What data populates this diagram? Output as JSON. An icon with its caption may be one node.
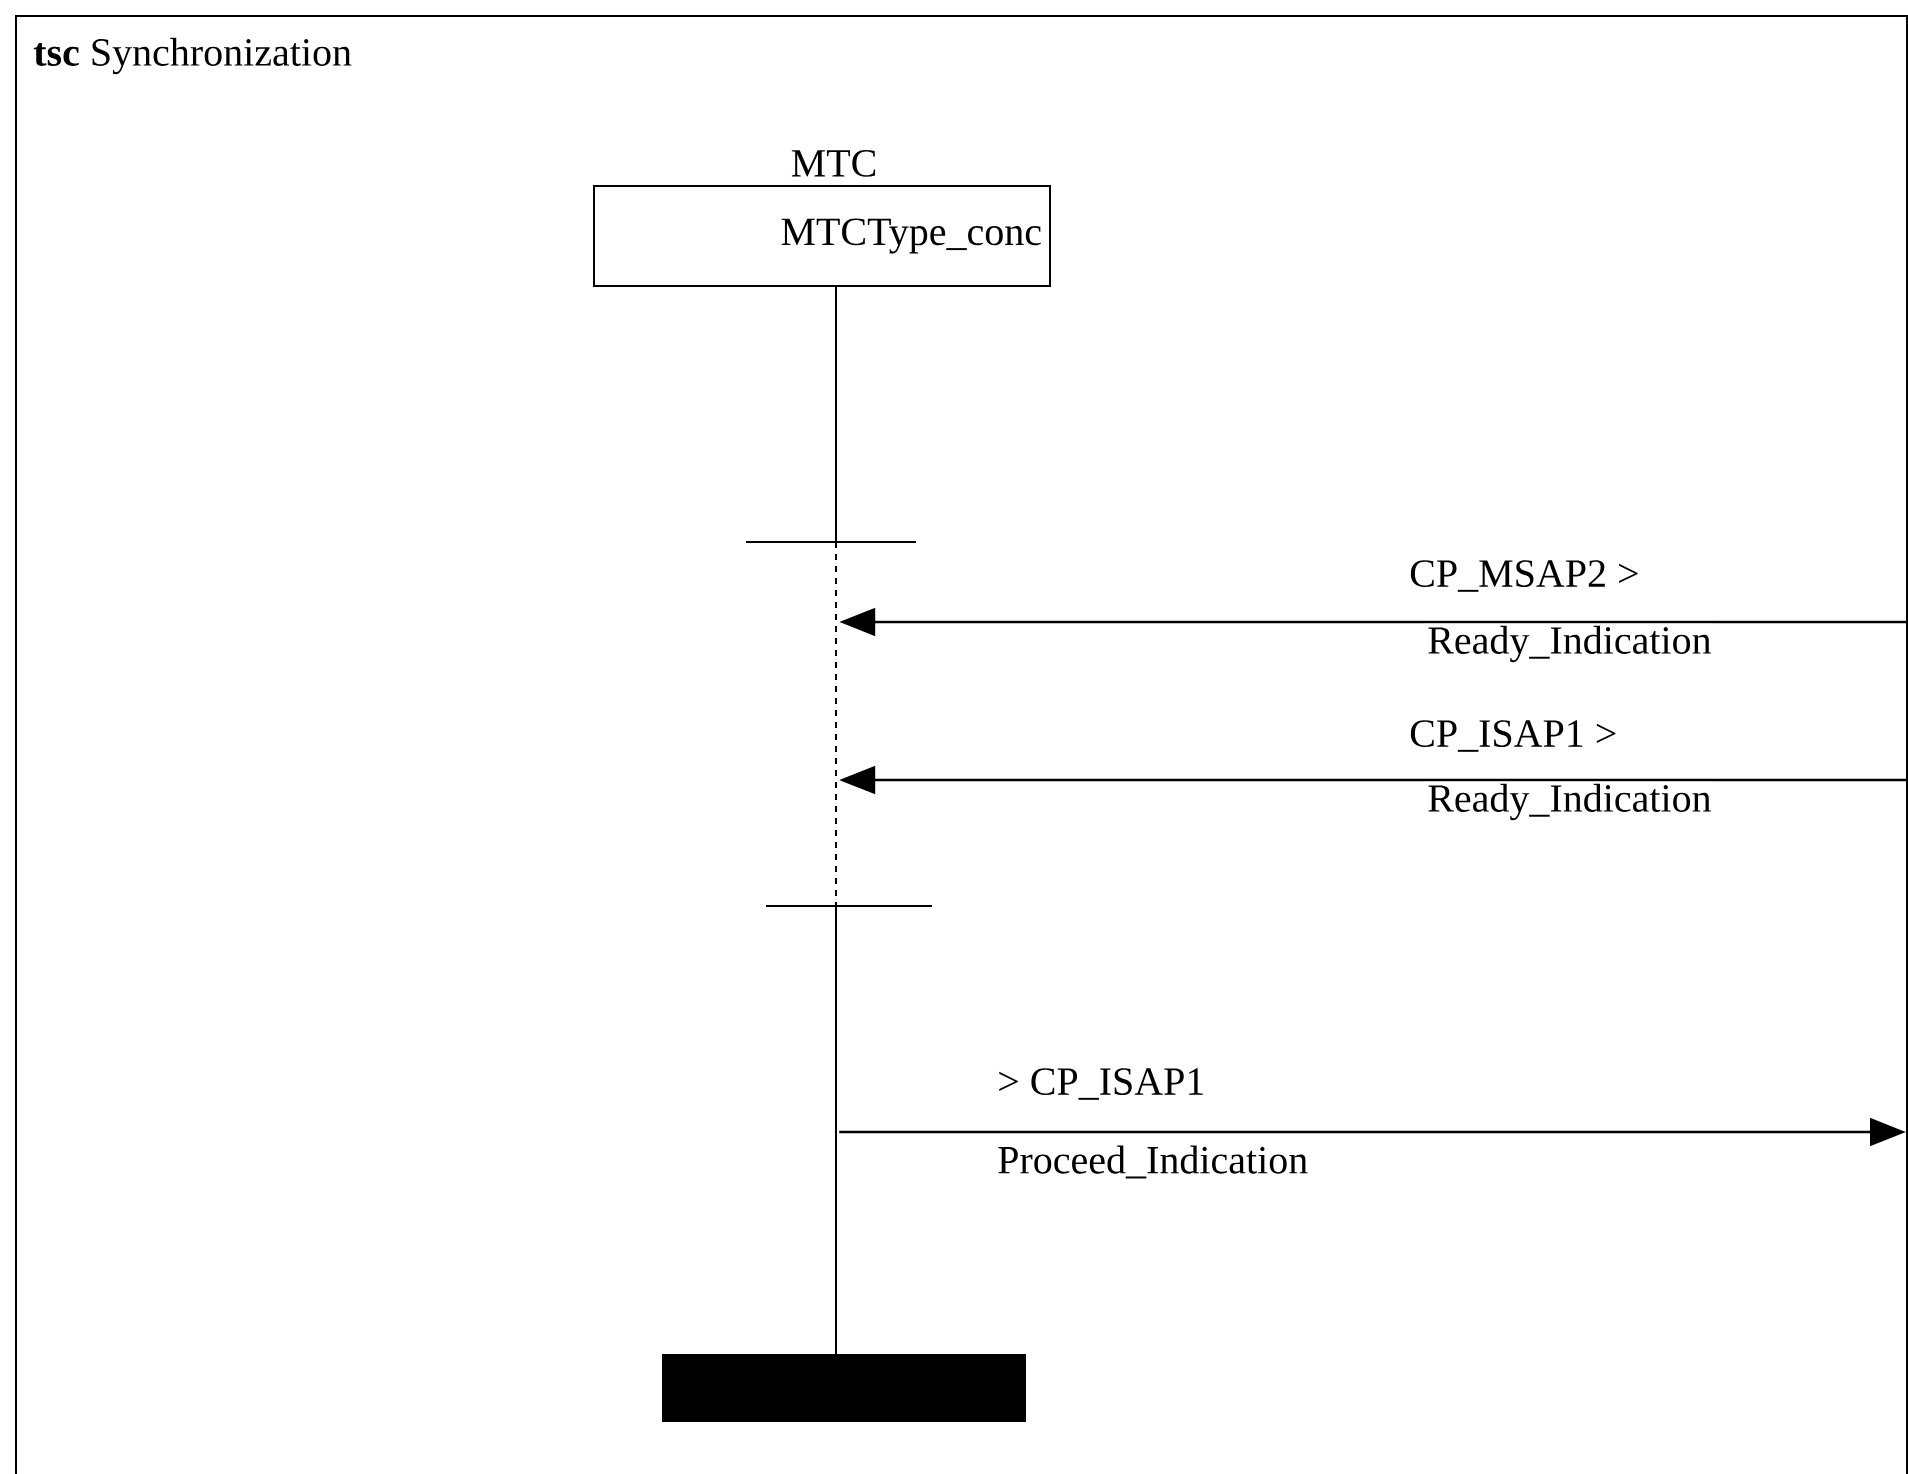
{
  "diagram": {
    "title": "**tsc** Synchronization",
    "nodes": [
      {
        "text": [
          "MTC",
          "MTCType_conc"
        ]
      },
      {
        "text": [],
        "shape": "line"
      },
      {
        "text": [],
        "shape": "bar"
      }
    ],
    "edges": [
      {
        "from": null,
        "to": 1,
        "arrow": "to",
        "label": "Ready_Indication"
      },
      {
        "from": null,
        "to": 1,
        "arrow": "to",
        "label": "Ready_Indication"
      },
      {
        "from": 1,
        "to": null,
        "arrow": "to",
        "label": "Proceed_Indication"
      }
    ],
    "labels": [
      "CP_MSAP2 >",
      "CP_ISAP1 >",
      "> CP_ISAP1"
    ]
  }
}
